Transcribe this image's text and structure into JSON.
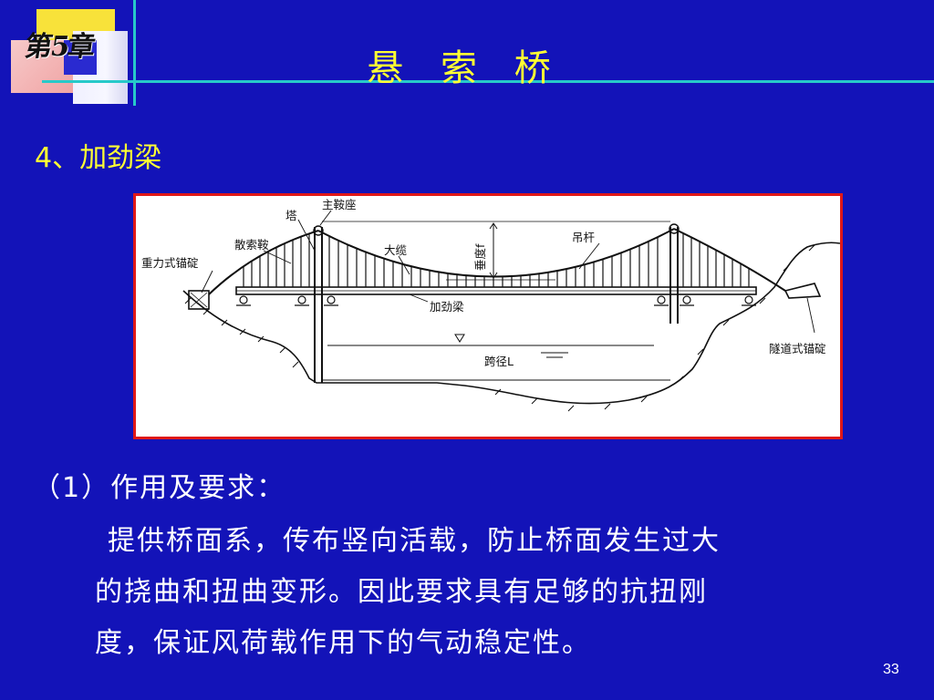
{
  "header": {
    "chapter": "第5章",
    "title": "悬 索 桥"
  },
  "section": {
    "heading": "4、加劲梁"
  },
  "figure": {
    "labels": {
      "tower": "塔",
      "main_saddle": "主鞍座",
      "splay_saddle": "散索鞍",
      "gravity_anchor": "重力式锚碇",
      "main_cable": "大缆",
      "sag": "垂度f",
      "hanger": "吊杆",
      "stiffening_girder": "加劲梁",
      "span": "跨径L",
      "tunnel_anchor": "隧道式锚碇"
    },
    "colors": {
      "frame": "#e01818",
      "line": "#111111"
    }
  },
  "body": {
    "subheading": "（1）作用及要求：",
    "lines": [
      "提供桥面系，传布竖向活载，防止桥面发生过大",
      "的挠曲和扭曲变形。因此要求具有足够的抗扭刚",
      "度，保证风荷载作用下的气动稳定性。"
    ]
  },
  "footer": {
    "page_number": "33"
  }
}
